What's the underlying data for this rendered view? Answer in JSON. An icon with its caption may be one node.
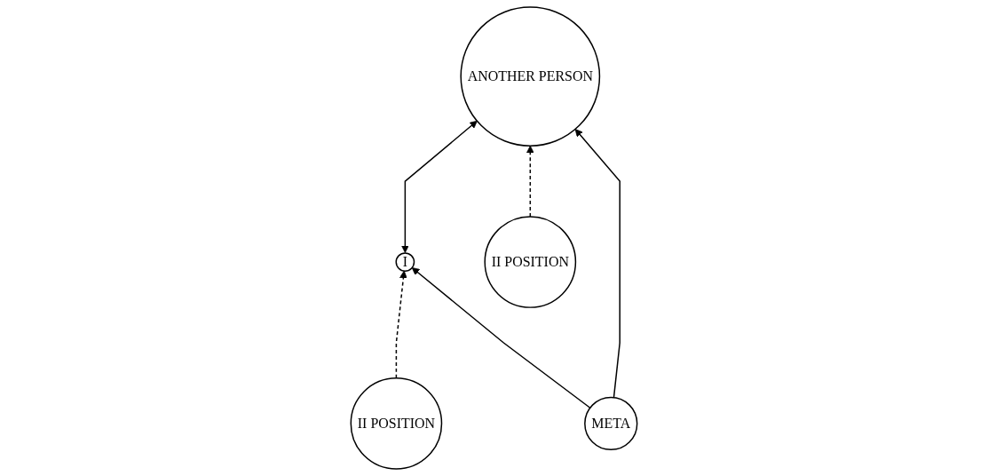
{
  "diagram": {
    "nodes": [
      {
        "text": [
          "II POSITION"
        ]
      },
      {
        "text": [
          "I"
        ]
      },
      {
        "text": [
          "ANOTHER PERSON"
        ]
      },
      {
        "text": [
          "II POSITION"
        ]
      },
      {
        "text": [
          "META"
        ]
      }
    ],
    "edges": [
      {
        "from": 0,
        "to": 1,
        "arrow": "to",
        "style": "dashed"
      },
      {
        "from": 1,
        "to": 2,
        "arrow": "both"
      },
      {
        "from": 3,
        "to": 2,
        "arrow": "to",
        "style": "dashed"
      },
      {
        "from": 4,
        "to": 1,
        "arrow": "to"
      },
      {
        "from": 4,
        "to": 2,
        "arrow": "to"
      }
    ]
  }
}
